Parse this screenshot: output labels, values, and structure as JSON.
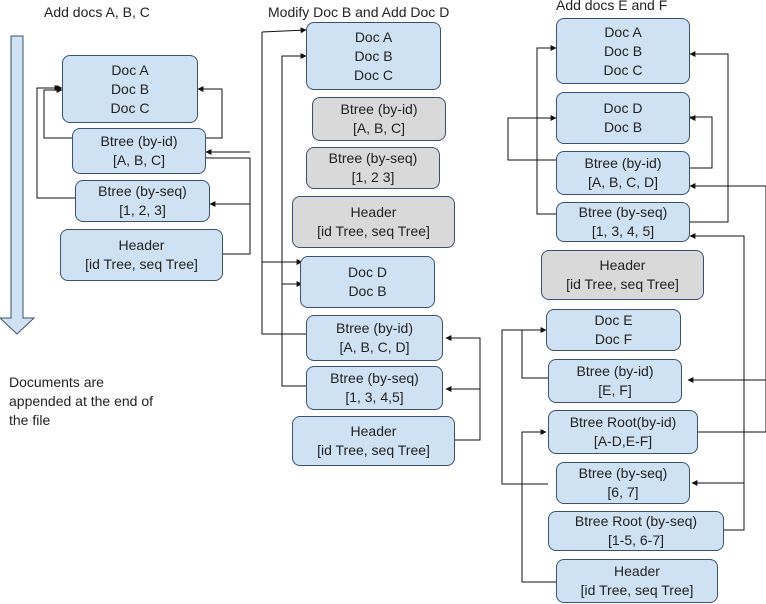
{
  "columns": {
    "c1": {
      "title": "Add docs A, B, C",
      "docs_abc": [
        "Doc A",
        "Doc B",
        "Doc C"
      ],
      "btree_id": [
        "Btree (by-id)",
        "[A, B, C]"
      ],
      "btree_seq": [
        "Btree (by-seq)",
        "[1, 2, 3]"
      ],
      "header": [
        "Header",
        "[id Tree, seq Tree]"
      ],
      "note": [
        "Documents are",
        "appended at the end of",
        "the file"
      ]
    },
    "c2": {
      "title": "Modify Doc B and Add Doc D",
      "docs_abc": [
        "Doc A",
        "Doc B",
        "Doc C"
      ],
      "btree_id_old": [
        "Btree (by-id)",
        "[A, B, C]"
      ],
      "btree_seq_old": [
        "Btree (by-seq)",
        "[1, 2 3]"
      ],
      "header_old": [
        "Header",
        "[id Tree, seq Tree]"
      ],
      "docs_db": [
        "Doc D",
        "Doc B"
      ],
      "btree_id": [
        "Btree (by-id)",
        "[A, B, C, D]"
      ],
      "btree_seq": [
        "Btree (by-seq)",
        "[1, 3, 4,5]"
      ],
      "header": [
        "Header",
        "[id Tree, seq Tree]"
      ]
    },
    "c3": {
      "title": "Add docs E and F",
      "docs_abc": [
        "Doc A",
        "Doc B",
        "Doc C"
      ],
      "docs_db": [
        "Doc D",
        "Doc B"
      ],
      "btree_id_old": [
        "Btree (by-id)",
        "[A, B, C, D]"
      ],
      "btree_seq_old": [
        "Btree (by-seq)",
        "[1, 3, 4,  5]"
      ],
      "header_old": [
        "Header",
        "[id Tree, seq Tree]"
      ],
      "docs_ef": [
        "Doc E",
        "Doc F"
      ],
      "btree_id_ef": [
        "Btree (by-id)",
        "[E, F]"
      ],
      "btree_root_id": [
        "Btree Root(by-id)",
        "[A-D,E-F]"
      ],
      "btree_seq": [
        "Btree (by-seq)",
        "[6, 7]"
      ],
      "btree_root_seq": [
        "Btree Root (by-seq)",
        "[1-5, 6-7]"
      ],
      "header": [
        "Header",
        "[id Tree, seq Tree]"
      ]
    }
  },
  "colors": {
    "current_block": "#cfe2f3",
    "stale_block": "#d9d9d9",
    "border": "#3c4f6e"
  }
}
